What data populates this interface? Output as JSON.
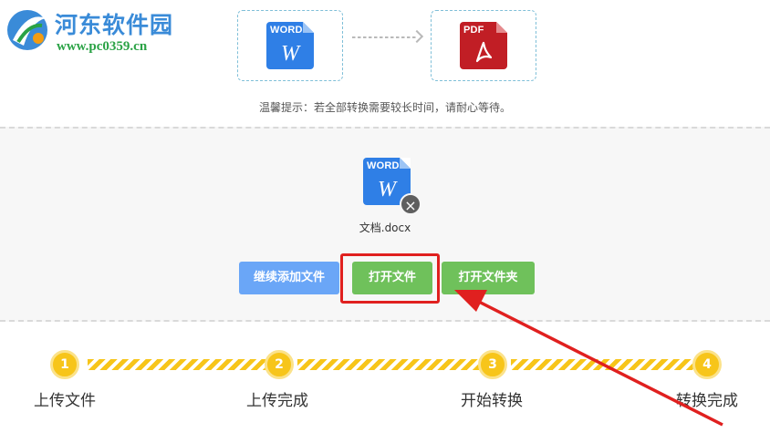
{
  "watermark": {
    "title": "河东软件园",
    "url": "www.pc0359.cn"
  },
  "conversion": {
    "source_icon_label": "WORD",
    "source_icon_glyph": "W",
    "target_icon_label": "PDF",
    "arrow": "dotted-arrow-right"
  },
  "tip": "温馨提示：若全部转换需要较长时间，请耐心等待。",
  "upload": {
    "file_icon_label": "WORD",
    "file_icon_glyph": "W",
    "file_name": "文档.docx",
    "delete_glyph": "×"
  },
  "buttons": {
    "continue_add": "继续添加文件",
    "open_file": "打开文件",
    "open_folder": "打开文件夹"
  },
  "steps": [
    {
      "number": "1",
      "label": "上传文件"
    },
    {
      "number": "2",
      "label": "上传完成"
    },
    {
      "number": "3",
      "label": "开始转换"
    },
    {
      "number": "4",
      "label": "转换完成"
    }
  ],
  "colors": {
    "word_blue": "#2f7fe6",
    "pdf_red": "#c11e25",
    "button_blue": "#6aa6f7",
    "button_green": "#6fc15b",
    "step_yellow": "#f7c51a",
    "annotation_red": "#e0201f"
  }
}
